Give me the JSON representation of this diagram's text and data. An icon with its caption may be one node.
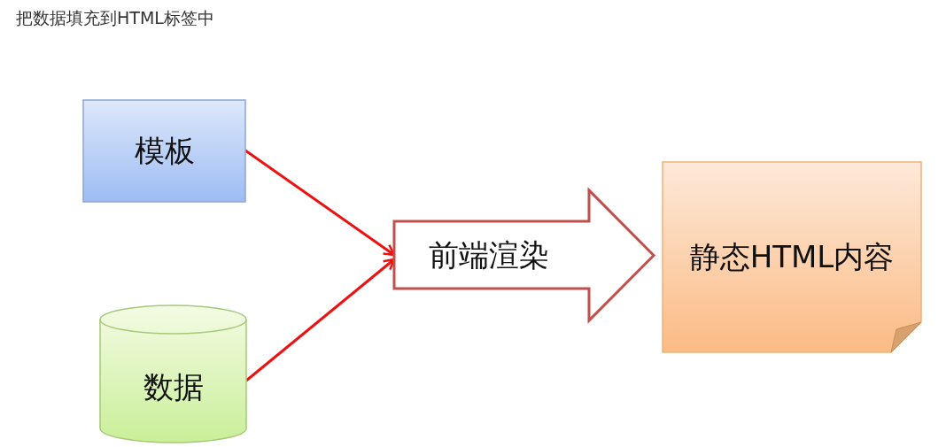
{
  "diagram": {
    "title": "把数据填充到HTML标签中",
    "nodes": [
      {
        "text": [
          "模板"
        ]
      },
      {
        "text": [
          "数据"
        ]
      },
      {
        "text": [
          "前端渲染"
        ]
      },
      {
        "text": [
          "静态HTML内容"
        ]
      }
    ],
    "edges": [
      {
        "from": 0,
        "to": 2,
        "arrow": "to"
      },
      {
        "from": 1,
        "to": 2,
        "arrow": "to"
      }
    ]
  }
}
